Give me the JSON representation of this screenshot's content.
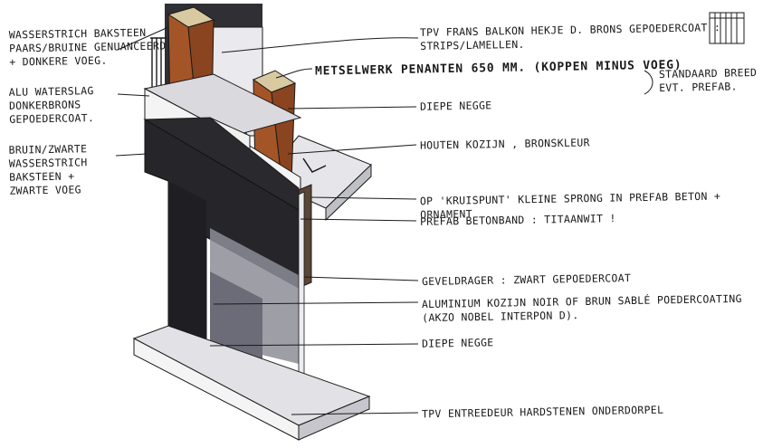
{
  "colors": {
    "brick": "#9e4f25",
    "dark": "#26262a",
    "white": "#f4f4f4",
    "grey": "#d2d2d6",
    "shadow": "#7b7b86",
    "line": "#1a1a1a"
  },
  "left": {
    "wasserstrich": "Wasserstrich baksteen\npaars/bruine genuanceerd\n+ donkere voeg.",
    "waterslag": "Alu waterslag\ndonkerbrons\ngepoedercoat.",
    "bruin_zwarte": "Bruin/zwarte\nwasserstrich\nbaksteen +\nzwarte voeg"
  },
  "right": {
    "frans_balkon": "Tpv frans balkon hekje d. brons gepoedercoat :\nstrips/lamellen.",
    "metselwerk": "Metselwerk penanten 650 mm. (koppen minus voeg)",
    "standaard": "Standaard breed\nevt. prefab.",
    "diepe_negge_1": "Diepe negge",
    "houten_kozijn": "Houten kozijn , bronskleur",
    "kruispunt": "Op 'kruispunt' kleine sprong in prefab beton + ornament",
    "prefab_betonband": "Prefab betonband : titaanwit !",
    "geveldrager": "Geveldrager : zwart gepoedercoat",
    "aluminium_kozijn": "Aluminium kozijn  noir of brun sablé poedercoating\n(akzo nobel interpon d).",
    "diepe_negge_2": "Diepe negge",
    "onderdorpel": "Tpv entreedeur hardstenen onderdorpel"
  }
}
